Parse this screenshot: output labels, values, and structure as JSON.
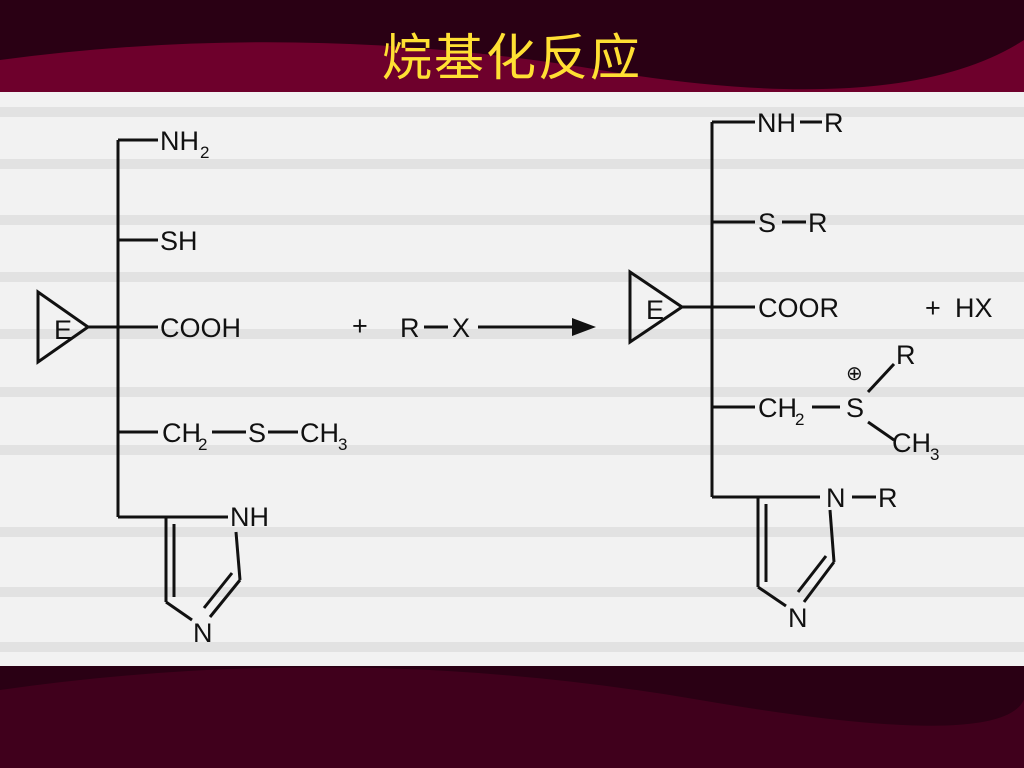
{
  "slide": {
    "title": "烷基化反应",
    "colors": {
      "background": "#2a0014",
      "wave": "#7a0030",
      "title": "#ffe033",
      "panel": "#f2f2f2"
    }
  },
  "reactant": {
    "enzyme": "E",
    "groups": {
      "amino": "NH",
      "amino_sub": "2",
      "thiol": "SH",
      "carboxyl": "COOH",
      "thioether_a": "CH",
      "thioether_a_sub": "2",
      "thioether_s": "S",
      "thioether_b": "CH",
      "thioether_b_sub": "3",
      "imidazole_nh": "NH",
      "imidazole_n": "N"
    }
  },
  "reagent": {
    "plus": "+",
    "r": "R",
    "x": "X"
  },
  "product": {
    "enzyme": "E",
    "groups": {
      "amine_nh": "NH",
      "amine_r": "R",
      "thio_s": "S",
      "thio_r": "R",
      "ester": "COOR",
      "sulfonium_ch": "CH",
      "sulfonium_ch_sub": "2",
      "sulfonium_s": "S",
      "sulfonium_charge": "⊕",
      "sulfonium_r": "R",
      "sulfonium_ch3": "CH",
      "sulfonium_ch3_sub": "3",
      "imidazole_n": "N",
      "imidazole_r": "R",
      "imidazole_n2": "N"
    },
    "byproduct_plus": "+",
    "byproduct": "HX"
  }
}
